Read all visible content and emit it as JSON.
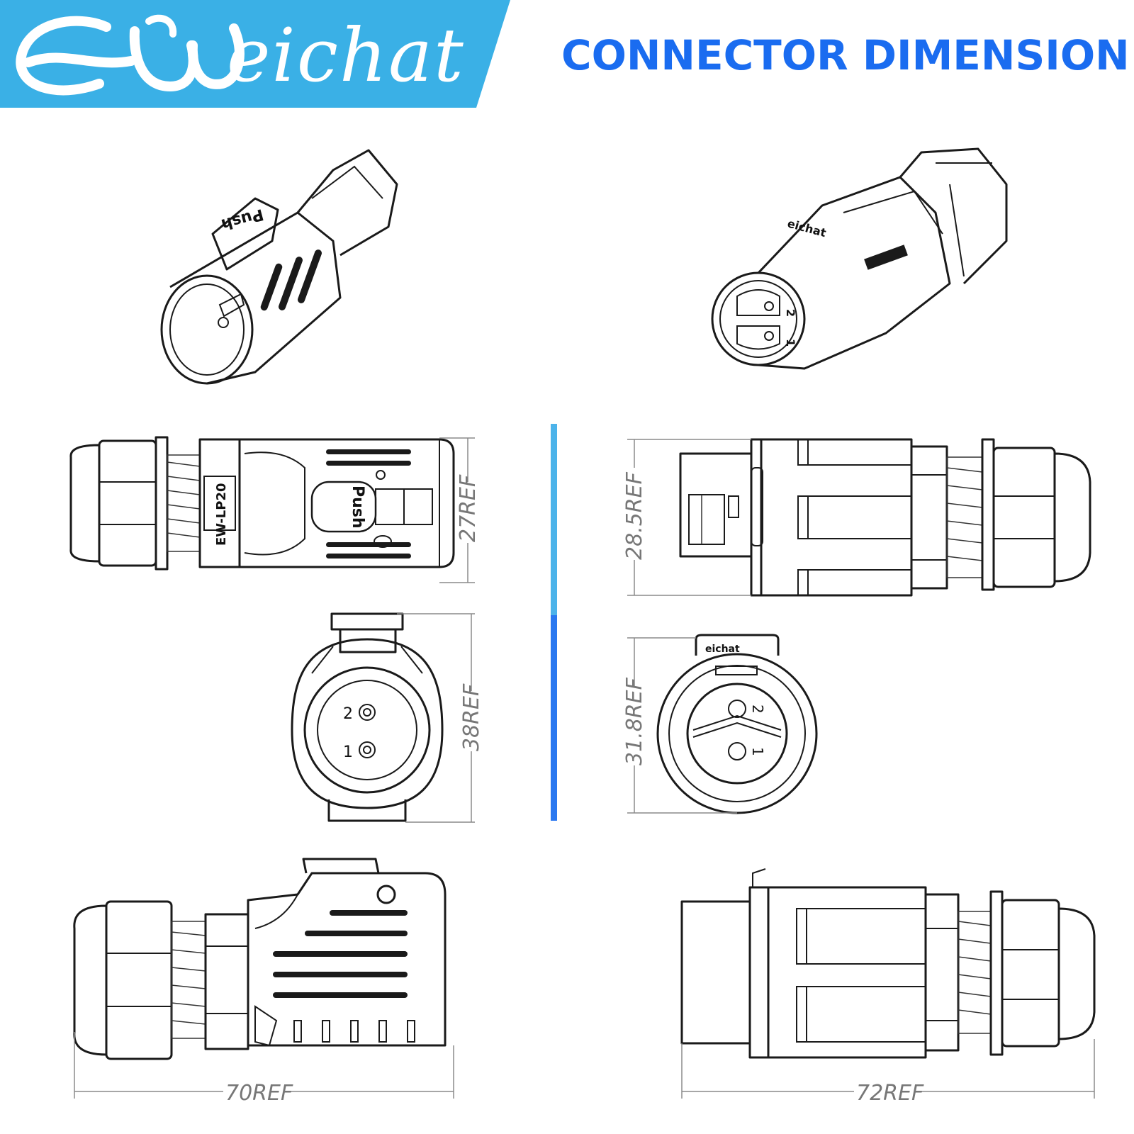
{
  "brand": {
    "logo_text": "eichat",
    "logo_mark": "wave-swirl-logo",
    "banner_color": "#3ab0e6"
  },
  "title": "CONNECTOR DIMENSION",
  "accent_color": "#1a6cf0",
  "dimensions": {
    "plug_side_height": "27REF",
    "plug_front_height": "38REF",
    "plug_length": "70REF",
    "socket_side_height": "28.5REF",
    "socket_front_height": "31.8REF",
    "socket_length": "72REF"
  },
  "labels": {
    "push": "Push",
    "model": "EW-LP20",
    "brand_small": "eichat",
    "pin_1": "1",
    "pin_2": "2"
  }
}
